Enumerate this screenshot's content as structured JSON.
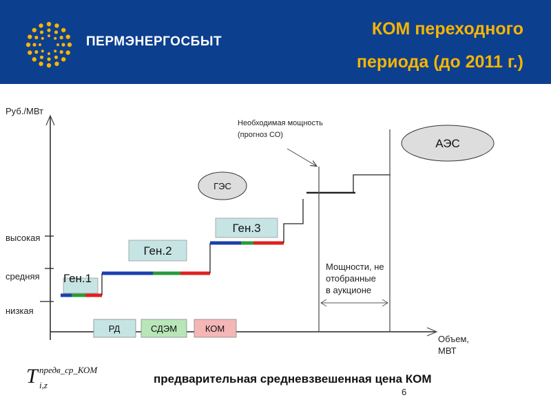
{
  "header": {
    "brand": "ПЕРМЭНЕРГОСБЫТ",
    "title_line1": "КОМ переходного",
    "title_line2": "периода (до 2011 г.)",
    "background_color": "#0d3f8f",
    "title_color": "#f7b500"
  },
  "diagram": {
    "y_axis_label": "Руб./МВт",
    "x_axis_label_line1": "Объем,",
    "x_axis_label_line2": "МВТ",
    "price_levels": [
      "высокая",
      "средняя",
      "низкая"
    ],
    "generator_boxes": [
      "Ген.1",
      "Ген.2",
      "Ген.3"
    ],
    "generator_box_color": "#c6e4e4",
    "plant_types": [
      "ГЭС",
      "АЭС"
    ],
    "required_capacity_line1": "Необходимая мощность",
    "required_capacity_line2": "(прогноз СО)",
    "not_selected_line1": "Мощности, не",
    "not_selected_line2": "отобранные",
    "not_selected_line3": "в аукционе",
    "legend": [
      {
        "label": "РД",
        "color": "#1c3fb0",
        "fill": "#c6e4e4"
      },
      {
        "label": "СДЭМ",
        "color": "#2a9a3a",
        "fill": "#b8e6b8"
      },
      {
        "label": "КОМ",
        "color": "#dd2222",
        "fill": "#f4b6b6"
      }
    ]
  },
  "formula": {
    "base": "T",
    "superscript": "предв_ср_КОМ",
    "subscript": "i,z"
  },
  "caption": "предварительная средневзвешенная цена КОМ",
  "page_number": "6"
}
